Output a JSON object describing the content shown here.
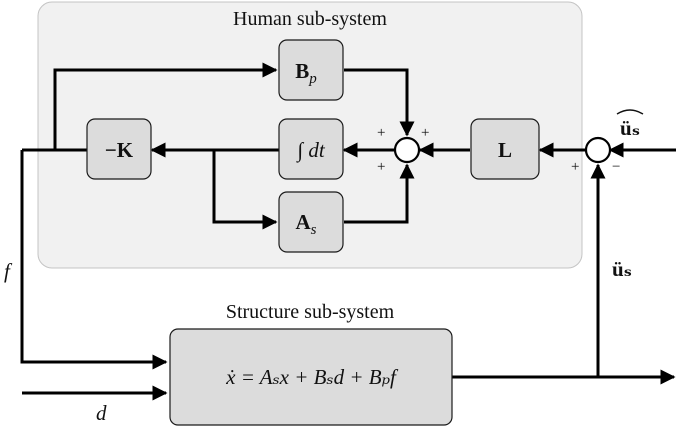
{
  "human_subsystem": {
    "title": "Human sub-system",
    "blocks": {
      "bp": "B",
      "bp_sub": "p",
      "integral": "∫ dt",
      "neg_k": "−K",
      "as": "A",
      "as_sub": "s",
      "l": "L"
    },
    "sum_signs": {
      "top_left": "+",
      "top_right": "+",
      "bottom_left": "+"
    }
  },
  "structure_subsystem": {
    "title": "Structure sub-system",
    "equation": "ẋ = Aₛx + Bₛd + Bₚf"
  },
  "signals": {
    "f": "f",
    "d": "d",
    "u_s_ddot": "üₛ",
    "u_s_ref": "üₛ"
  },
  "error_sum_signs": {
    "left": "+",
    "right": "−"
  }
}
